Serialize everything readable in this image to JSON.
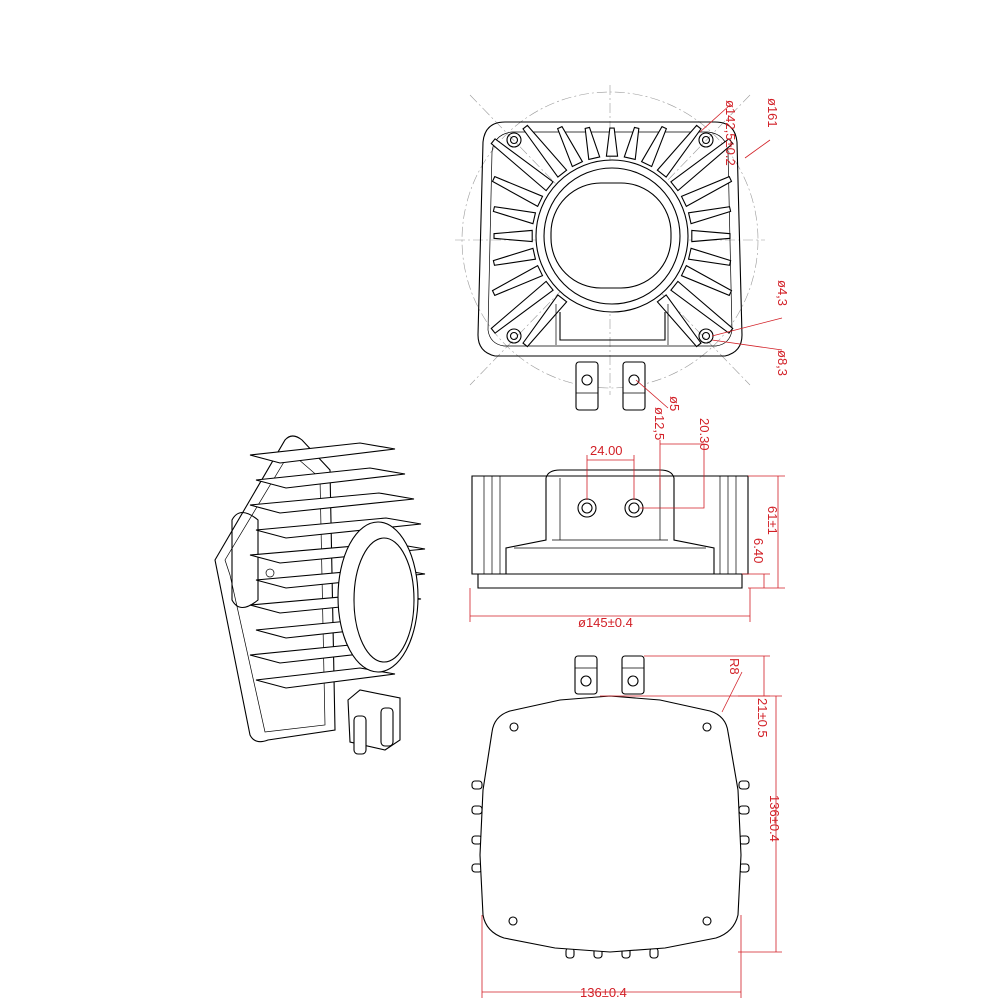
{
  "colors": {
    "outline": "#000000",
    "dimension": "#d21f26",
    "centerline": "#9a9a9a"
  },
  "top_view": {
    "dim_bolt_circle": "ø142,5±0.2",
    "dim_outer": "ø161",
    "dim_hole_small": "ø4,3",
    "dim_hole_large": "ø8,3",
    "dim_terminal_pin": "ø5",
    "dim_terminal_body": "ø12,5"
  },
  "side_view": {
    "dim_terminal_spacing": "24.00",
    "dim_terminal_height": "20.30",
    "dim_height": "61±1",
    "dim_flange": "6.40",
    "dim_width": "ø145±0.4"
  },
  "bottom_view": {
    "dim_radius": "R8",
    "dim_terminal_len": "21±0.5",
    "dim_height": "136±0.4",
    "dim_width": "136±0.4"
  }
}
